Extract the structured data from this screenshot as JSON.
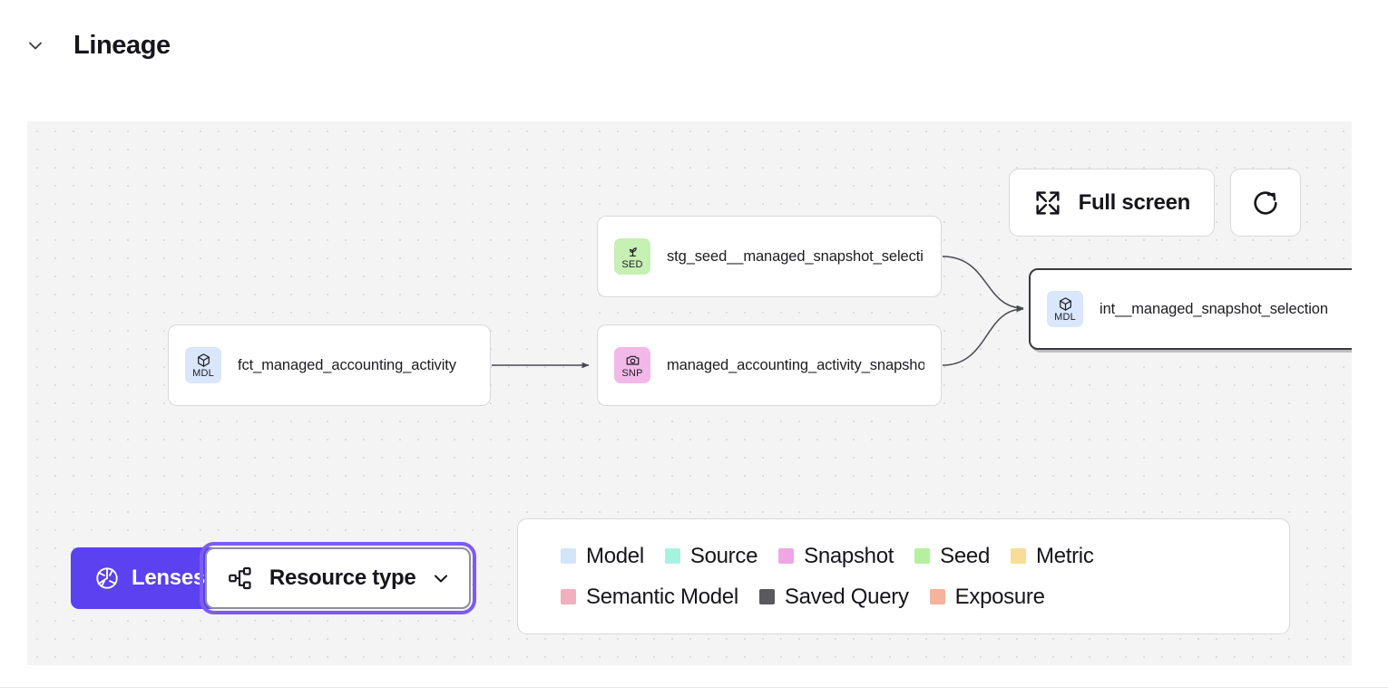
{
  "header": {
    "title": "Lineage",
    "collapse_icon": "chevron-down-icon"
  },
  "canvas": {
    "background_color": "#f4f4f5",
    "dot_grid_color": "#dcdcdf"
  },
  "toolbar": {
    "full_screen_label": "Full screen",
    "full_screen_icon": "expand-icon",
    "refresh_icon": "refresh-icon"
  },
  "controls": {
    "lenses_label": "Lenses",
    "lenses_icon": "aperture-icon",
    "lenses_color": "#5b41f0",
    "resource_type_label": "Resource type",
    "resource_type_icon": "hierarchy-icon",
    "resource_type_chevron": "chevron-down-icon",
    "focus_ring_color": "#7b5cf5"
  },
  "graph": {
    "nodes": [
      {
        "id": "fct",
        "label": "fct_managed_accounting_activity",
        "abbr": "MDL",
        "type": "Model",
        "icon": "cube-icon",
        "badge_color": "#d9e6fb",
        "selected": false
      },
      {
        "id": "stg",
        "label": "stg_seed__managed_snapshot_selecti...",
        "abbr": "SED",
        "type": "Seed",
        "icon": "sprout-icon",
        "badge_color": "#c6f0b4",
        "selected": false
      },
      {
        "id": "snp",
        "label": "managed_accounting_activity_snapshot",
        "abbr": "SNP",
        "type": "Snapshot",
        "icon": "camera-icon",
        "badge_color": "#f2b9e8",
        "selected": false
      },
      {
        "id": "int",
        "label": "int__managed_snapshot_selection",
        "abbr": "MDL",
        "type": "Model",
        "icon": "cube-icon",
        "badge_color": "#d9e6fb",
        "selected": true
      }
    ],
    "edges": [
      {
        "from": "fct",
        "to": "snp"
      },
      {
        "from": "stg",
        "to": "int"
      },
      {
        "from": "snp",
        "to": "int"
      }
    ]
  },
  "legend": {
    "rows": [
      [
        {
          "label": "Model",
          "color": "#d6e4f8"
        },
        {
          "label": "Source",
          "color": "#a8f2e0"
        },
        {
          "label": "Snapshot",
          "color": "#efa6e4"
        },
        {
          "label": "Seed",
          "color": "#b4f0a0"
        },
        {
          "label": "Metric",
          "color": "#f7dc9a"
        }
      ],
      [
        {
          "label": "Semantic Model",
          "color": "#f0b0bd"
        },
        {
          "label": "Saved Query",
          "color": "#5a5a5e"
        },
        {
          "label": "Exposure",
          "color": "#f5b399"
        }
      ]
    ]
  }
}
